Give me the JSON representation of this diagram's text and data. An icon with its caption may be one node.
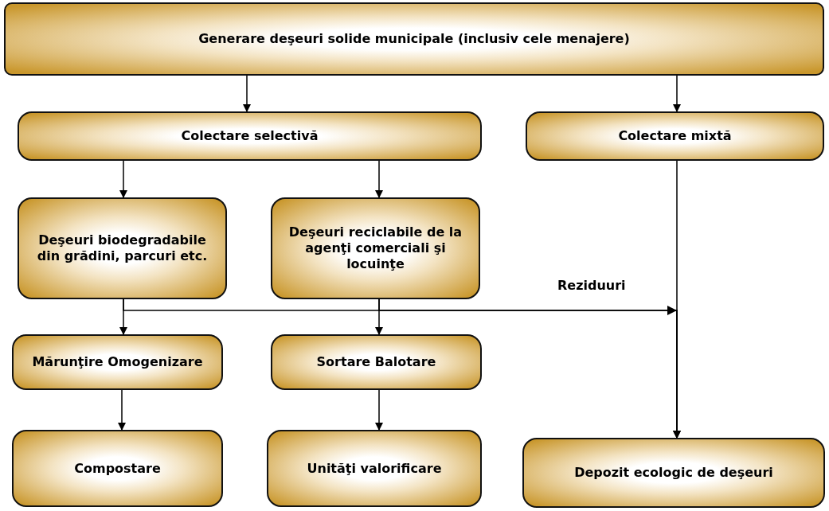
{
  "diagram": {
    "nodes": [
      {
        "text": [
          "Generare deşeuri solide municipale (inclusiv cele menajere)"
        ]
      },
      {
        "text": [
          "Colectare selectivă"
        ]
      },
      {
        "text": [
          "Colectare mixtă"
        ]
      },
      {
        "text": [
          "Deşeuri biodegradabile din grădini, parcuri etc."
        ]
      },
      {
        "text": [
          "Deşeuri reciclabile de la agenţi comerciali şi locuinţe"
        ]
      },
      {
        "text": [
          "Mărunţire Omogenizare"
        ]
      },
      {
        "text": [
          "Sortare Balotare"
        ]
      },
      {
        "text": [
          "Compostare"
        ]
      },
      {
        "text": [
          "Unităţi valorificare"
        ]
      },
      {
        "text": [
          "Depozit ecologic de deşeuri"
        ]
      }
    ],
    "edges": [
      {
        "from": 0,
        "to": 1,
        "arrow": "to"
      },
      {
        "from": 0,
        "to": 2,
        "arrow": "to"
      },
      {
        "from": 1,
        "to": 3,
        "arrow": "to"
      },
      {
        "from": 1,
        "to": 4,
        "arrow": "to"
      },
      {
        "from": 3,
        "to": 5,
        "arrow": "to"
      },
      {
        "from": 4,
        "to": 6,
        "arrow": "to"
      },
      {
        "from": 5,
        "to": 7,
        "arrow": "to"
      },
      {
        "from": 6,
        "to": 8,
        "arrow": "to"
      },
      {
        "from": 2,
        "to": 9,
        "arrow": "to"
      },
      {
        "from": 3,
        "to": 9,
        "arrow": "to",
        "label": "Reziduuri"
      },
      {
        "from": 4,
        "to": 9,
        "arrow": "to"
      }
    ]
  }
}
